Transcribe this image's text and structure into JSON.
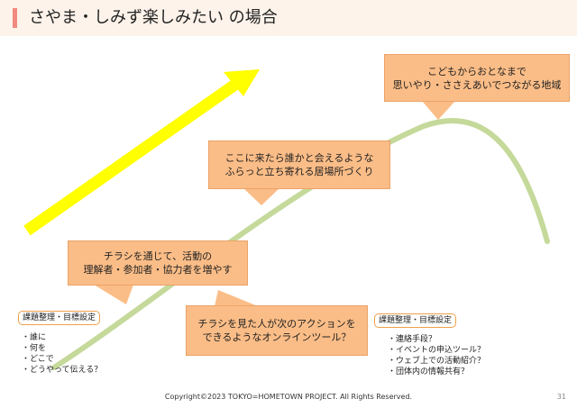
{
  "header": {
    "title": "さやま・しみず楽しみたい の場合"
  },
  "callouts": [
    {
      "lines": [
        "こどもからおとなまで",
        "思いやり・ささえあいでつながる地域"
      ]
    },
    {
      "lines": [
        "ここに来たら誰かと会えるような",
        "ふらっと立ち寄れる居場所づくり"
      ]
    },
    {
      "lines": [
        "チラシを通じて、活動の",
        "理解者・参加者・協力者を増やす"
      ]
    },
    {
      "lines": [
        "チラシを見た人が次のアクションを",
        "できるようなオンラインツール？"
      ]
    }
  ],
  "left_panel": {
    "tag": "課題整理・目標設定",
    "items": [
      "・誰に",
      "・何を",
      "・どこで",
      "・どうやって伝える？"
    ]
  },
  "right_panel": {
    "tag": "課題整理・目標設定",
    "items": [
      "・連絡手段？",
      "・イベントの申込ツール？",
      "・ウェブ上での活動紹介？",
      "・団体内の情報共有？"
    ]
  },
  "footer": {
    "copyright": "Copyright©2023 TOKYO=HOMETOWN PROJECT. All Rights Reserved.",
    "page": "31"
  },
  "colors": {
    "curve": "#c5d99a",
    "arrow": "#ffff00",
    "callout": "#fbbd87",
    "accent": "#f08a7e",
    "tag_border": "#f0a04b"
  }
}
